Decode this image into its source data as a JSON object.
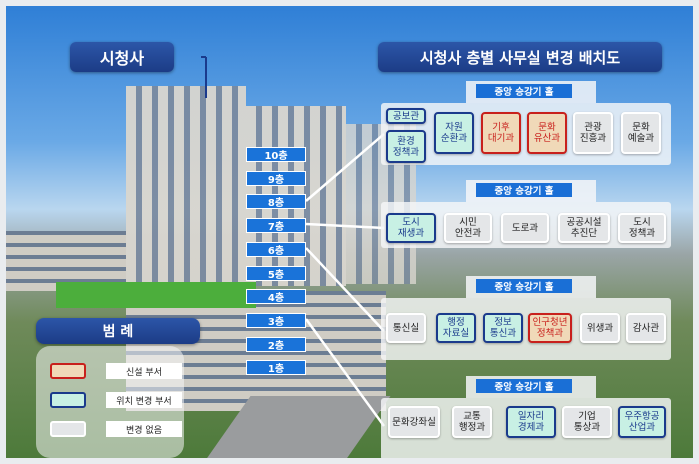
{
  "building_title": "시청사",
  "map_title": "시청사 층별 사무실 변경 배치도",
  "floors": [
    "10층",
    "9층",
    "8층",
    "7층",
    "6층",
    "5층",
    "4층",
    "3층",
    "2층",
    "1층"
  ],
  "hall_label": "중앙 승강기 홀",
  "panels": [
    {
      "floor": "8층",
      "offices": [
        {
          "name": "공보관",
          "status": "moved"
        },
        {
          "name": "환경\n정책과",
          "status": "moved"
        },
        {
          "name": "자원\n순환과",
          "status": "moved"
        },
        {
          "name": "기후\n대기과",
          "status": "new"
        },
        {
          "name": "문화\n유산과",
          "status": "new"
        },
        {
          "name": "관광\n진흥과",
          "status": "same"
        },
        {
          "name": "문화\n예술과",
          "status": "same"
        }
      ]
    },
    {
      "floor": "7층",
      "offices": [
        {
          "name": "도시\n재생과",
          "status": "moved"
        },
        {
          "name": "시민\n안전과",
          "status": "same"
        },
        {
          "name": "도로과",
          "status": "same"
        },
        {
          "name": "공공시설\n추진단",
          "status": "same"
        },
        {
          "name": "도시\n정책과",
          "status": "same"
        }
      ]
    },
    {
      "floor": "6층",
      "offices": [
        {
          "name": "통신실",
          "status": "same"
        },
        {
          "name": "행정\n자료실",
          "status": "moved"
        },
        {
          "name": "정보\n통신과",
          "status": "moved"
        },
        {
          "name": "인구청년\n정책과",
          "status": "new"
        },
        {
          "name": "위생과",
          "status": "same"
        },
        {
          "name": "감사관",
          "status": "same"
        }
      ]
    },
    {
      "floor": "3층",
      "offices": [
        {
          "name": "문화강좌실",
          "status": "same"
        },
        {
          "name": "교통\n행정과",
          "status": "same"
        },
        {
          "name": "일자리\n경제과",
          "status": "moved"
        },
        {
          "name": "기업\n통상과",
          "status": "same"
        },
        {
          "name": "우주항공\n산업과",
          "status": "moved"
        }
      ]
    }
  ],
  "legend": {
    "title": "범    례",
    "items": [
      {
        "label": "신설 부서",
        "status": "new"
      },
      {
        "label": "위치 변경 부서",
        "status": "moved"
      },
      {
        "label": "변경 없음",
        "status": "same"
      }
    ]
  },
  "colors": {
    "new_border": "#c8201c",
    "new_fill": "#f0d9b8",
    "moved_border": "#1a3a8c",
    "moved_fill": "#c8f0e4",
    "same_fill": "#e4e6e8",
    "accent": "#1a6fd6"
  }
}
